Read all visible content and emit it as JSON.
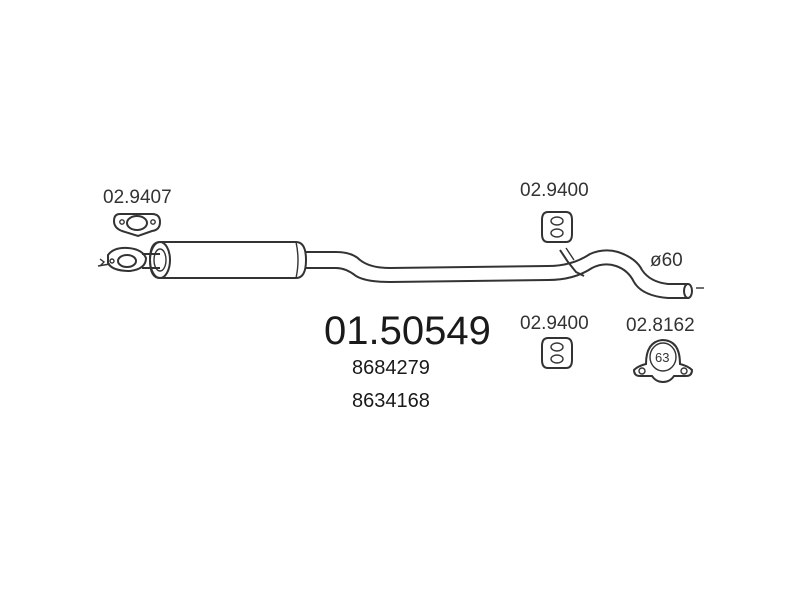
{
  "part": {
    "number": "01.50549",
    "oe_numbers": [
      "8684279",
      "8634168"
    ],
    "diameter": "ø60"
  },
  "accessories": {
    "gasket": "02.9407",
    "hanger_upper": "02.9400",
    "hanger_lower": "02.9400",
    "clamp": "02.8162",
    "clamp_size": "63"
  }
}
